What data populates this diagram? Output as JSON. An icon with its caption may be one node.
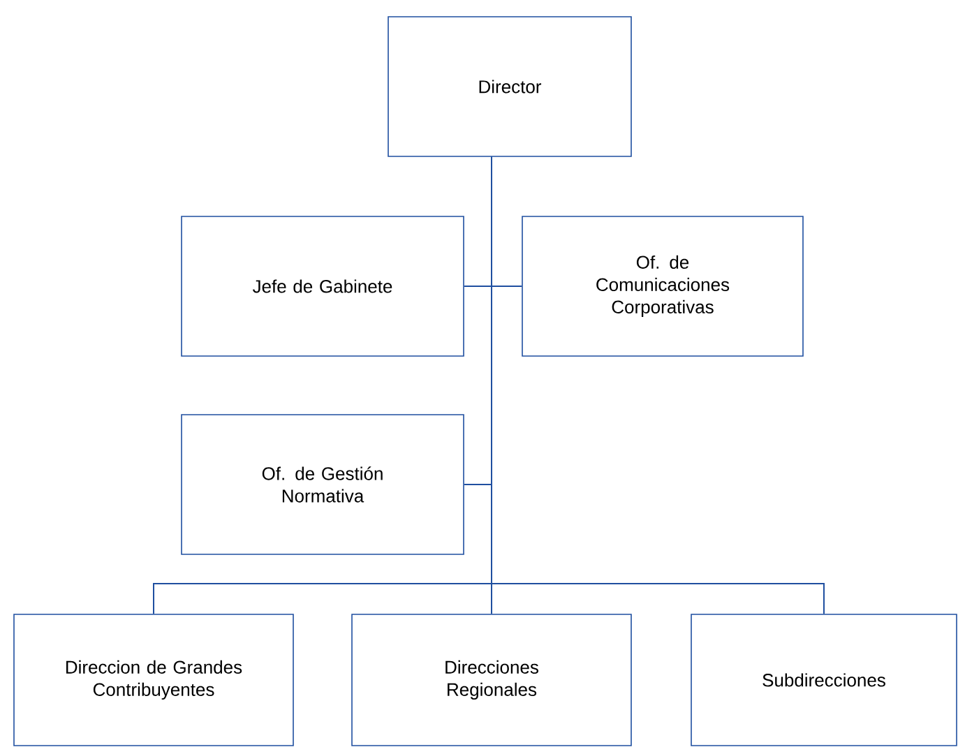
{
  "diagram": {
    "nodes": [
      {
        "text": [
          "Director"
        ]
      },
      {
        "text": [
          "Jefe de Gabinete"
        ]
      },
      {
        "text": [
          "Of. de Comunicaciones Corporativas"
        ]
      },
      {
        "text": [
          "Of. de Gestión Normativa"
        ]
      },
      {
        "text": [
          "Direccion de Grandes Contribuyentes"
        ]
      },
      {
        "text": [
          "Direcciones Regionales"
        ]
      },
      {
        "text": [
          "Subdirecciones"
        ]
      }
    ],
    "edges": [
      {
        "from": 0,
        "to": 1,
        "arrow": "none"
      },
      {
        "from": 0,
        "to": 2,
        "arrow": "none"
      },
      {
        "from": 0,
        "to": 3,
        "arrow": "none"
      },
      {
        "from": 0,
        "to": 4,
        "arrow": "none"
      },
      {
        "from": 0,
        "to": 5,
        "arrow": "none"
      },
      {
        "from": 0,
        "to": 6,
        "arrow": "none"
      }
    ]
  }
}
